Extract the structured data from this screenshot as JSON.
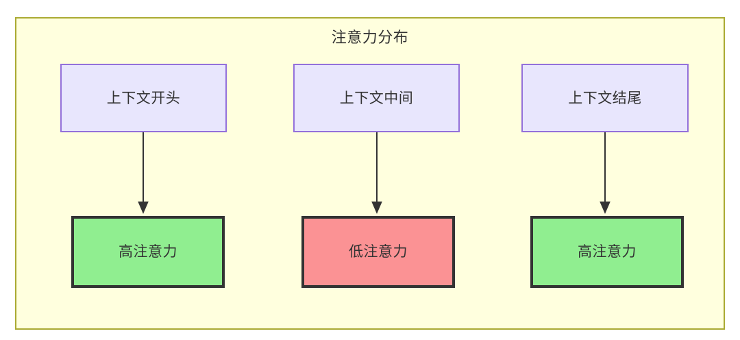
{
  "diagram": {
    "title": "注意力分布",
    "background_color": "#ffffff",
    "container": {
      "fill": "#ffffde",
      "stroke": "#aaaa33"
    },
    "node_styles": {
      "context_fill": "#e8e6fd",
      "context_stroke": "#9370db",
      "high_fill": "#90ee90",
      "low_fill": "#fb9294",
      "attention_stroke": "#333333",
      "text_color": "#333333"
    },
    "edge_color": "#333333",
    "columns": [
      {
        "context_label": "上下文开头",
        "attention_label": "高注意力",
        "attention_level": "high"
      },
      {
        "context_label": "上下文中间",
        "attention_label": "低注意力",
        "attention_level": "low"
      },
      {
        "context_label": "上下文结尾",
        "attention_label": "高注意力",
        "attention_level": "high"
      }
    ]
  }
}
